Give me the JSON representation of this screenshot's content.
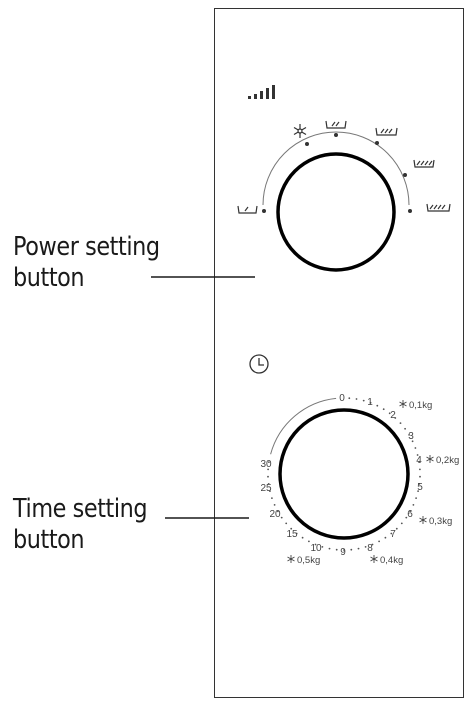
{
  "callouts": {
    "power_label_line1": "Power setting",
    "power_label_line2": "button",
    "time_label_line1": "Time setting",
    "time_label_line2": "button"
  },
  "icons": {
    "signal": "signal-strength-icon",
    "defrost": "snowflake-icon",
    "power_levels": [
      "power-level-1-icon",
      "power-level-2-icon",
      "power-level-3-icon",
      "power-level-4-icon",
      "power-level-5-icon"
    ],
    "timer": "clock-icon"
  },
  "timer_scale": {
    "minutes": [
      "0",
      "1",
      "2",
      "3",
      "4",
      "5",
      "6",
      "7",
      "8",
      "9",
      "10",
      "15",
      "20",
      "25",
      "30"
    ],
    "defrost_weights": [
      "0,1kg",
      "0,2kg",
      "0,3kg",
      "0,4kg",
      "0,5kg"
    ]
  },
  "colors": {
    "line": "#1a1a1a",
    "scale": "#555555"
  }
}
